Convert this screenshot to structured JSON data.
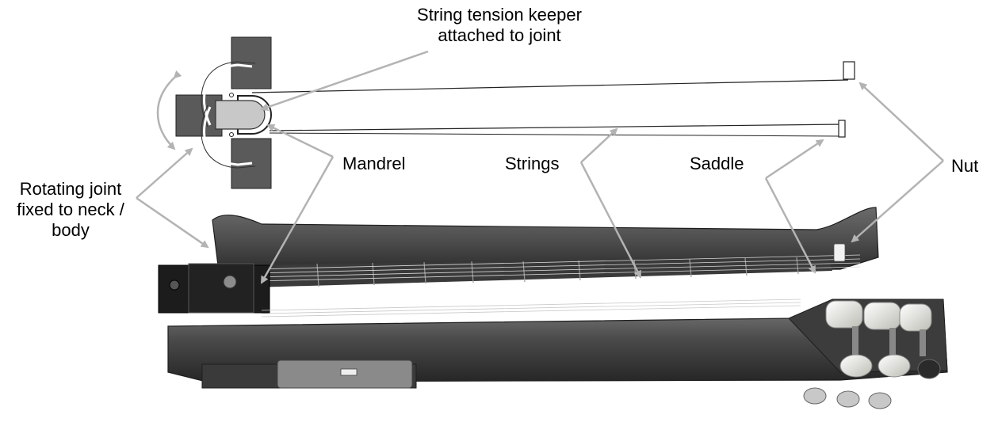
{
  "labels": {
    "keeper_line1": "String tension keeper",
    "keeper_line2": "attached to joint",
    "mandrel": "Mandrel",
    "strings": "Strings",
    "saddle": "Saddle",
    "nut": "Nut",
    "joint_line1": "Rotating joint",
    "joint_line2": "fixed to neck /",
    "joint_line3": "body"
  },
  "colors": {
    "arrow": "#b3b3b3",
    "block": "#5a5a5a",
    "mandrel_fill": "#c8c8c8",
    "wood": "#4a4a4a",
    "wood_dark": "#2e2e2e",
    "tuner": "#f0f0ea",
    "text": "#000000"
  }
}
